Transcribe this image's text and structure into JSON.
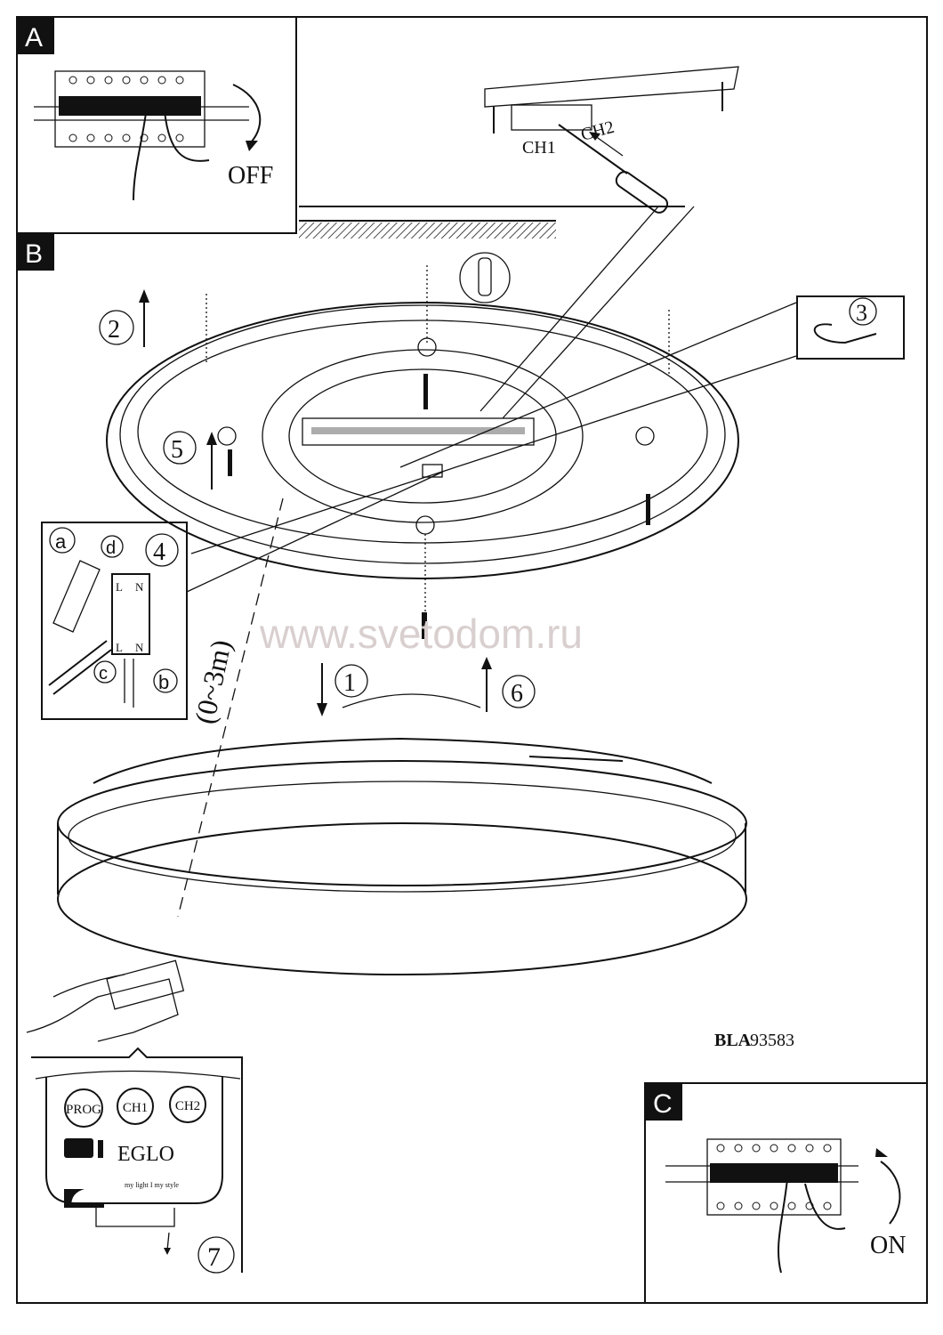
{
  "panels": {
    "a": {
      "label": "A",
      "action": "OFF"
    },
    "b": {
      "label": "B"
    },
    "c": {
      "label": "C",
      "action": "ON"
    }
  },
  "switch_labels": {
    "ch1": "CH1",
    "ch2": "CH2"
  },
  "steps": [
    "1",
    "2",
    "3",
    "4",
    "5",
    "6",
    "7"
  ],
  "wiring": {
    "a": "a",
    "b": "b",
    "c": "c",
    "d": "d",
    "l": "L",
    "n": "N"
  },
  "distance": "(0~3m)",
  "model": {
    "prefix": "BLA",
    "number": "93583"
  },
  "remote": {
    "buttons": [
      "PROG",
      "CH1",
      "CH2"
    ],
    "brand": "EGLO",
    "slogan": "my light I my style"
  },
  "watermark": "www.svetodom.ru"
}
